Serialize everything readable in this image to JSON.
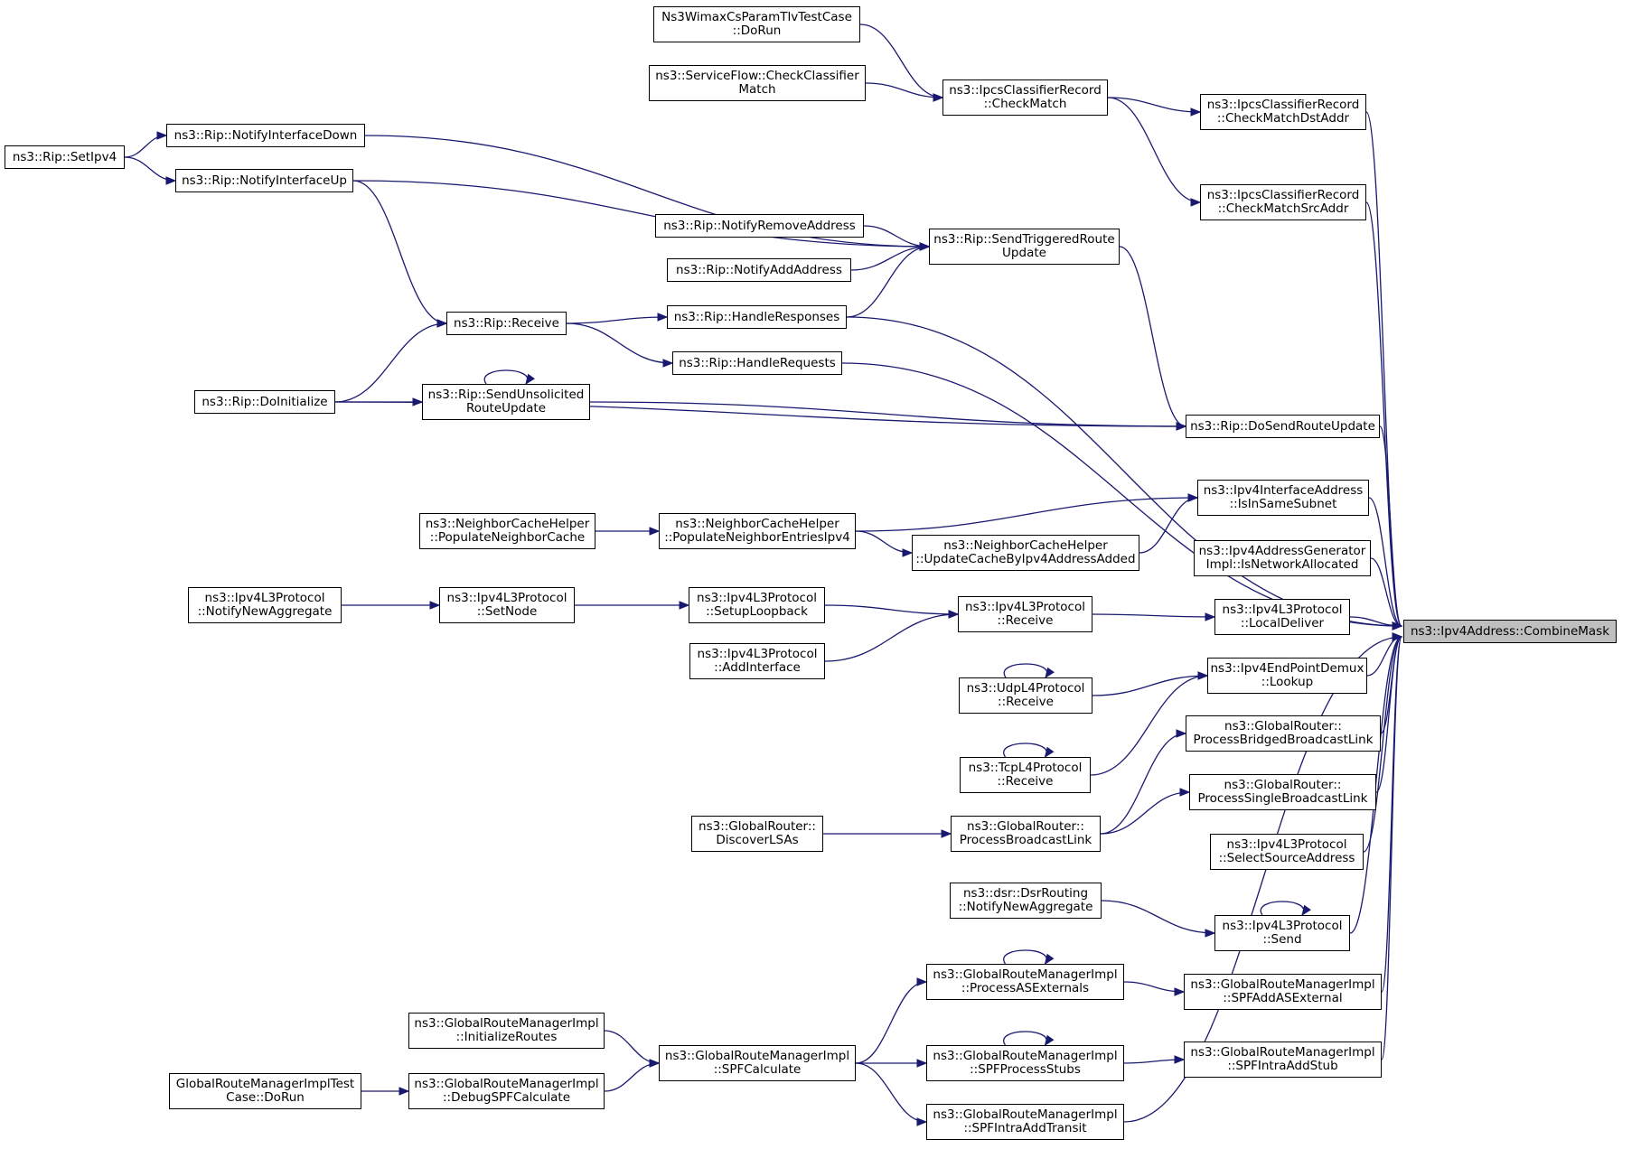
{
  "diagram": {
    "type": "call-graph",
    "edge_color": "#191970",
    "focus_color": "#bfbfbf",
    "nodes": [
      {
        "id": "combine",
        "lines": [
          "ns3::Ipv4Address::CombineMask"
        ],
        "focus": true
      },
      {
        "id": "wimaxtest",
        "lines": [
          "Ns3WimaxCsParamTlvTestCase",
          "::DoRun"
        ]
      },
      {
        "id": "sfcheck",
        "lines": [
          "ns3::ServiceFlow::CheckClassifier",
          "Match"
        ]
      },
      {
        "id": "ipcscm",
        "lines": [
          "ns3::IpcsClassifierRecord",
          "::CheckMatch"
        ]
      },
      {
        "id": "ipcsdst",
        "lines": [
          "ns3::IpcsClassifierRecord",
          "::CheckMatchDstAddr"
        ]
      },
      {
        "id": "ipcssrc",
        "lines": [
          "ns3::IpcsClassifierRecord",
          "::CheckMatchSrcAddr"
        ]
      },
      {
        "id": "setipv4",
        "lines": [
          "ns3::Rip::SetIpv4"
        ]
      },
      {
        "id": "nifdown",
        "lines": [
          "ns3::Rip::NotifyInterfaceDown"
        ]
      },
      {
        "id": "nifup",
        "lines": [
          "ns3::Rip::NotifyInterfaceUp"
        ]
      },
      {
        "id": "nremove",
        "lines": [
          "ns3::Rip::NotifyRemoveAddress"
        ]
      },
      {
        "id": "nadd",
        "lines": [
          "ns3::Rip::NotifyAddAddress"
        ]
      },
      {
        "id": "sendtrig",
        "lines": [
          "ns3::Rip::SendTriggeredRoute",
          "Update"
        ]
      },
      {
        "id": "ripreceive",
        "lines": [
          "ns3::Rip::Receive"
        ]
      },
      {
        "id": "handleresp",
        "lines": [
          "ns3::Rip::HandleResponses"
        ]
      },
      {
        "id": "handlereq",
        "lines": [
          "ns3::Rip::HandleRequests"
        ]
      },
      {
        "id": "doinit",
        "lines": [
          "ns3::Rip::DoInitialize"
        ]
      },
      {
        "id": "sendunsol",
        "lines": [
          "ns3::Rip::SendUnsolicited",
          "RouteUpdate"
        ]
      },
      {
        "id": "dosend",
        "lines": [
          "ns3::Rip::DoSendRouteUpdate"
        ]
      },
      {
        "id": "ipv4ifsame",
        "lines": [
          "ns3::Ipv4InterfaceAddress",
          "::IsInSameSubnet"
        ]
      },
      {
        "id": "popneigh",
        "lines": [
          "ns3::NeighborCacheHelper",
          "::PopulateNeighborCache"
        ]
      },
      {
        "id": "popentries",
        "lines": [
          "ns3::NeighborCacheHelper",
          "::PopulateNeighborEntriesIpv4"
        ]
      },
      {
        "id": "updcache",
        "lines": [
          "ns3::NeighborCacheHelper",
          "::UpdateCacheByIpv4AddressAdded"
        ]
      },
      {
        "id": "addrgen",
        "lines": [
          "ns3::Ipv4AddressGenerator",
          "Impl::IsNetworkAllocated"
        ]
      },
      {
        "id": "l3notify",
        "lines": [
          "ns3::Ipv4L3Protocol",
          "::NotifyNewAggregate"
        ]
      },
      {
        "id": "l3setnode",
        "lines": [
          "ns3::Ipv4L3Protocol",
          "::SetNode"
        ]
      },
      {
        "id": "l3loop",
        "lines": [
          "ns3::Ipv4L3Protocol",
          "::SetupLoopback"
        ]
      },
      {
        "id": "l3addif",
        "lines": [
          "ns3::Ipv4L3Protocol",
          "::AddInterface"
        ]
      },
      {
        "id": "l3receive",
        "lines": [
          "ns3::Ipv4L3Protocol",
          "::Receive"
        ]
      },
      {
        "id": "l3local",
        "lines": [
          "ns3::Ipv4L3Protocol",
          "::LocalDeliver"
        ]
      },
      {
        "id": "udprecv",
        "lines": [
          "ns3::UdpL4Protocol",
          "::Receive"
        ]
      },
      {
        "id": "epdemux",
        "lines": [
          "ns3::Ipv4EndPointDemux",
          "::Lookup"
        ]
      },
      {
        "id": "tcprecv",
        "lines": [
          "ns3::TcpL4Protocol",
          "::Receive"
        ]
      },
      {
        "id": "grbridged",
        "lines": [
          "ns3::GlobalRouter::",
          "ProcessBridgedBroadcastLink"
        ]
      },
      {
        "id": "grsingle",
        "lines": [
          "ns3::GlobalRouter::",
          "ProcessSingleBroadcastLink"
        ]
      },
      {
        "id": "grdiscover",
        "lines": [
          "ns3::GlobalRouter::",
          "DiscoverLSAs"
        ]
      },
      {
        "id": "grbroadcast",
        "lines": [
          "ns3::GlobalRouter::",
          "ProcessBroadcastLink"
        ]
      },
      {
        "id": "l3select",
        "lines": [
          "ns3::Ipv4L3Protocol",
          "::SelectSourceAddress"
        ]
      },
      {
        "id": "dsrnotify",
        "lines": [
          "ns3::dsr::DsrRouting",
          "::NotifyNewAggregate"
        ]
      },
      {
        "id": "l3send",
        "lines": [
          "ns3::Ipv4L3Protocol",
          "::Send"
        ]
      },
      {
        "id": "grmasext",
        "lines": [
          "ns3::GlobalRouteManagerImpl",
          "::ProcessASExternals"
        ]
      },
      {
        "id": "grmspfadd",
        "lines": [
          "ns3::GlobalRouteManagerImpl",
          "::SPFAddASExternal"
        ]
      },
      {
        "id": "grminit",
        "lines": [
          "ns3::GlobalRouteManagerImpl",
          "::InitializeRoutes"
        ]
      },
      {
        "id": "grmspfcalc",
        "lines": [
          "ns3::GlobalRouteManagerImpl",
          "::SPFCalculate"
        ]
      },
      {
        "id": "grmstubs",
        "lines": [
          "ns3::GlobalRouteManagerImpl",
          "::SPFProcessStubs"
        ]
      },
      {
        "id": "grmintrastub",
        "lines": [
          "ns3::GlobalRouteManagerImpl",
          "::SPFIntraAddStub"
        ]
      },
      {
        "id": "grmtest",
        "lines": [
          "GlobalRouteManagerImplTest",
          "Case::DoRun"
        ]
      },
      {
        "id": "grmdebug",
        "lines": [
          "ns3::GlobalRouteManagerImpl",
          "::DebugSPFCalculate"
        ]
      },
      {
        "id": "grmtransit",
        "lines": [
          "ns3::GlobalRouteManagerImpl",
          "::SPFIntraAddTransit"
        ]
      }
    ],
    "edges": [
      [
        "setipv4",
        "nifdown"
      ],
      [
        "setipv4",
        "nifup"
      ],
      [
        "wimaxtest",
        "ipcscm"
      ],
      [
        "sfcheck",
        "ipcscm"
      ],
      [
        "ipcscm",
        "ipcsdst"
      ],
      [
        "ipcscm",
        "ipcssrc"
      ],
      [
        "nifdown",
        "sendtrig"
      ],
      [
        "nifup",
        "sendtrig"
      ],
      [
        "nremove",
        "sendtrig"
      ],
      [
        "nadd",
        "sendtrig"
      ],
      [
        "handleresp",
        "sendtrig"
      ],
      [
        "nifup",
        "ripreceive"
      ],
      [
        "doinit",
        "ripreceive"
      ],
      [
        "ripreceive",
        "handleresp"
      ],
      [
        "ripreceive",
        "handlereq"
      ],
      [
        "doinit",
        "sendunsol"
      ],
      [
        "sendunsol",
        "sendunsol"
      ],
      [
        "sendunsol",
        "dosend"
      ],
      [
        "doinit",
        "dosend"
      ],
      [
        "sendtrig",
        "dosend"
      ],
      [
        "popneigh",
        "popentries"
      ],
      [
        "popentries",
        "ipv4ifsame"
      ],
      [
        "popentries",
        "updcache"
      ],
      [
        "updcache",
        "ipv4ifsame"
      ],
      [
        "l3notify",
        "l3setnode"
      ],
      [
        "l3setnode",
        "l3loop"
      ],
      [
        "l3loop",
        "l3receive"
      ],
      [
        "l3addif",
        "l3receive"
      ],
      [
        "l3receive",
        "l3local"
      ],
      [
        "udprecv",
        "udprecv"
      ],
      [
        "udprecv",
        "epdemux"
      ],
      [
        "tcprecv",
        "tcprecv"
      ],
      [
        "tcprecv",
        "epdemux"
      ],
      [
        "grbroadcast",
        "grbridged"
      ],
      [
        "grbroadcast",
        "grsingle"
      ],
      [
        "grdiscover",
        "grbroadcast"
      ],
      [
        "dsrnotify",
        "l3send"
      ],
      [
        "l3send",
        "l3send"
      ],
      [
        "grmasext",
        "grmasext"
      ],
      [
        "grmasext",
        "grmspfadd"
      ],
      [
        "grmspfcalc",
        "grmasext"
      ],
      [
        "grminit",
        "grmspfcalc"
      ],
      [
        "grmdebug",
        "grmspfcalc"
      ],
      [
        "grmtest",
        "grmdebug"
      ],
      [
        "grmspfcalc",
        "grmstubs"
      ],
      [
        "grmstubs",
        "grmstubs"
      ],
      [
        "grmstubs",
        "grmintrastub"
      ],
      [
        "grmspfcalc",
        "grmtransit"
      ],
      [
        "ipcsdst",
        "combine"
      ],
      [
        "ipcssrc",
        "combine"
      ],
      [
        "handleresp",
        "combine"
      ],
      [
        "handlereq",
        "combine"
      ],
      [
        "dosend",
        "combine"
      ],
      [
        "ipv4ifsame",
        "combine"
      ],
      [
        "addrgen",
        "combine"
      ],
      [
        "l3local",
        "combine"
      ],
      [
        "epdemux",
        "combine"
      ],
      [
        "grbridged",
        "combine"
      ],
      [
        "grsingle",
        "combine"
      ],
      [
        "l3select",
        "combine"
      ],
      [
        "l3send",
        "combine"
      ],
      [
        "grmspfadd",
        "combine"
      ],
      [
        "grmintrastub",
        "combine"
      ],
      [
        "grmtransit",
        "combine"
      ]
    ]
  }
}
